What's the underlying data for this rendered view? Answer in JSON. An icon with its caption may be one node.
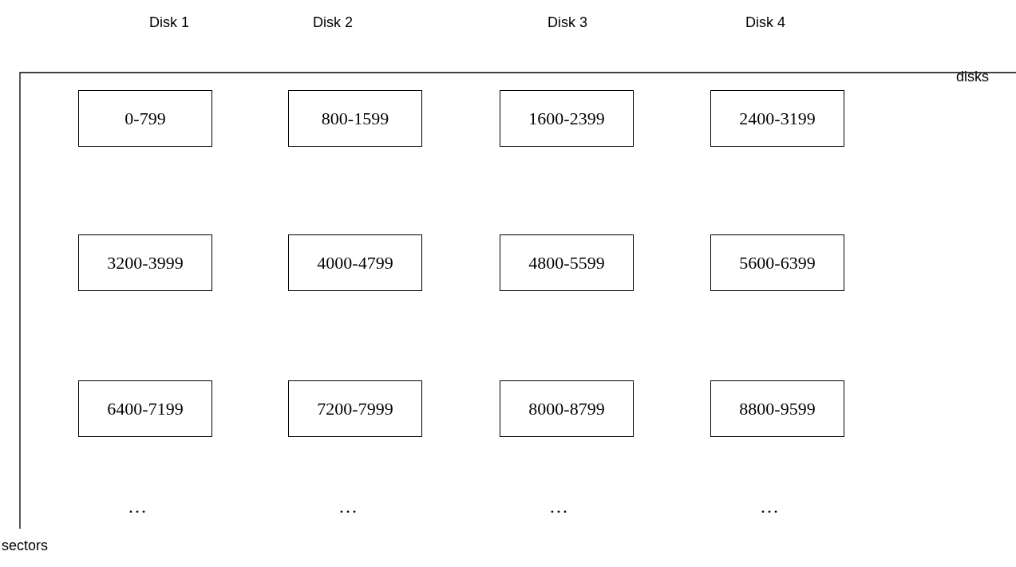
{
  "diagram": {
    "nodes": [
      {
        "text": [
          "0-799"
        ]
      },
      {
        "text": [
          "800-1599"
        ]
      },
      {
        "text": [
          "1600-2399"
        ]
      },
      {
        "text": [
          "2400-3199"
        ]
      },
      {
        "text": [
          "3200-3999"
        ]
      },
      {
        "text": [
          "4000-4799"
        ]
      },
      {
        "text": [
          "4800-5599"
        ]
      },
      {
        "text": [
          "5600-6399"
        ]
      },
      {
        "text": [
          "6400-7199"
        ]
      },
      {
        "text": [
          "7200-7999"
        ]
      },
      {
        "text": [
          "8000-8799"
        ]
      },
      {
        "text": [
          "8800-9599"
        ]
      }
    ],
    "labels": [
      "Disk 1",
      "Disk 2",
      "Disk 3",
      "Disk 4",
      "disks",
      "…",
      "…",
      "…",
      "…",
      "sectors"
    ]
  }
}
